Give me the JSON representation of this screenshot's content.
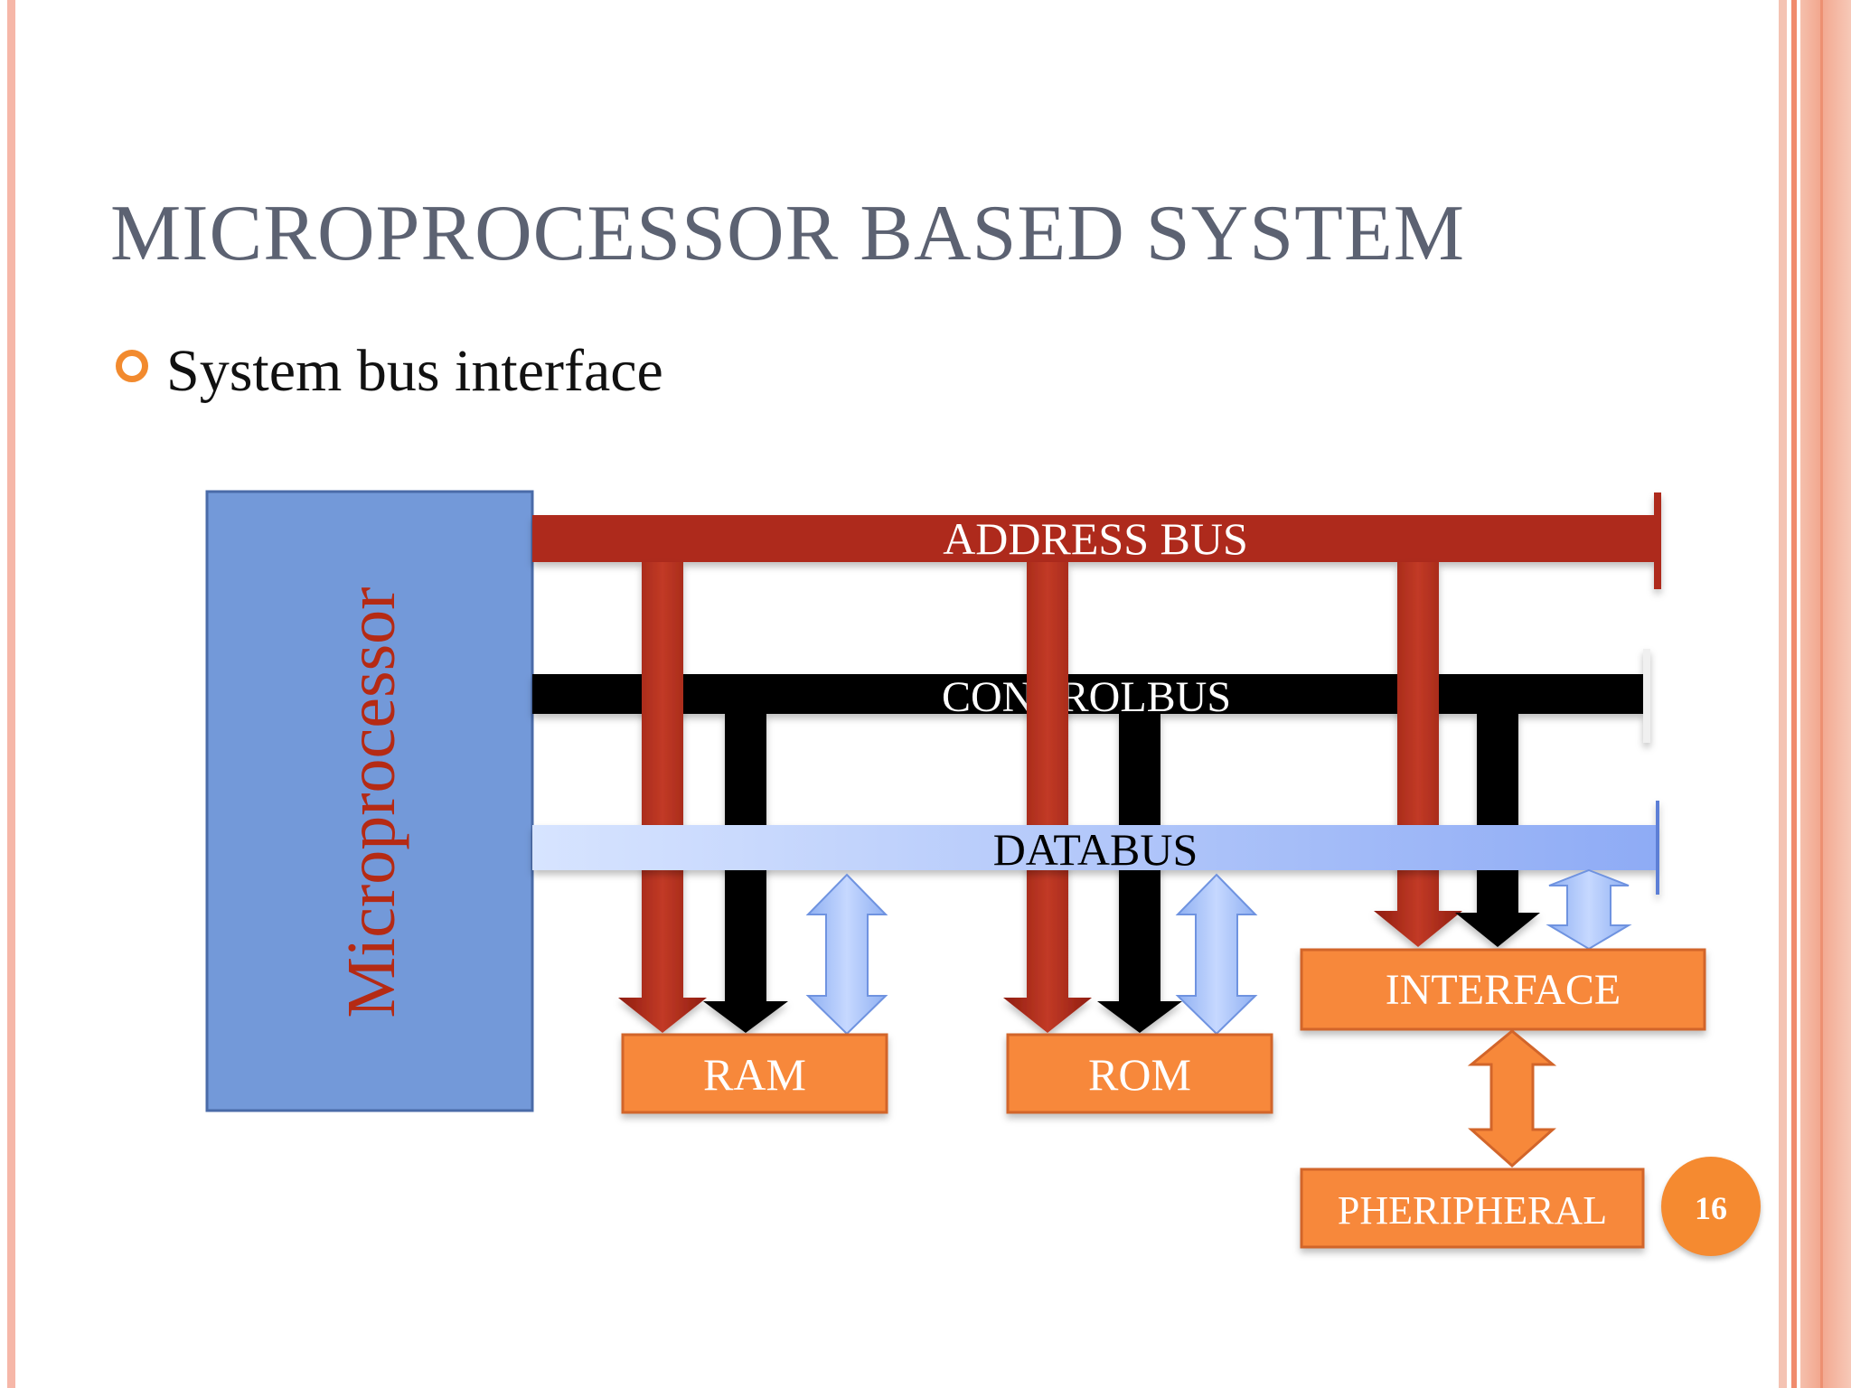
{
  "slide": {
    "title": "MICROPROCESSOR BASED SYSTEM",
    "bullet": "System bus interface",
    "page_number": "16"
  },
  "diagram": {
    "processor_label": "Microprocessor",
    "buses": {
      "address": "ADDRESS BUS",
      "control": "CONTROLBUS",
      "data": "DATABUS"
    },
    "blocks": {
      "ram": "RAM",
      "rom": "ROM",
      "interface": "INTERFACE",
      "peripheral": "PHERIPHERAL"
    }
  },
  "colors": {
    "address_bus": "#ae2a1a",
    "control_bus": "#000000",
    "data_bus": "#9cb8f5",
    "processor_fill": "#7399d9",
    "processor_text": "#b52a14",
    "block_fill": "#f7883a",
    "title_text": "#5c6272",
    "bullet_marker": "#f28a2e"
  }
}
